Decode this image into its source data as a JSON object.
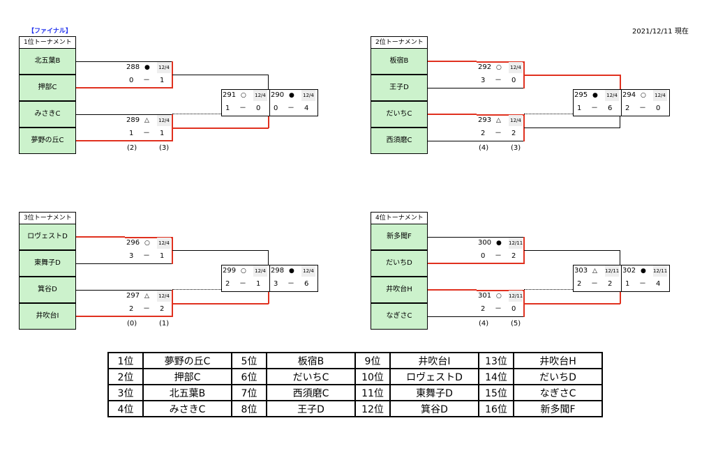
{
  "header": {
    "title": "【ファイナル】",
    "date": "2021/12/11 現在"
  },
  "brackets": [
    {
      "label": "1位トーナメント",
      "teams": [
        "北五葉B",
        "押部C",
        "みさきC",
        "夢野の丘C"
      ],
      "matches": [
        {
          "no": "288",
          "mark": "●",
          "date": "12/4",
          "left": "0",
          "right": "1"
        },
        {
          "no": "289",
          "mark": "△",
          "date": "12/4",
          "left": "1",
          "right": "1"
        },
        {
          "no": "291",
          "mark": "○",
          "date": "12/4",
          "left": "1",
          "right": "0"
        },
        {
          "no": "290",
          "mark": "●",
          "date": "12/4",
          "left": "0",
          "right": "4"
        }
      ],
      "pk": [
        "(2)",
        "(3)"
      ]
    },
    {
      "label": "2位トーナメント",
      "teams": [
        "板宿B",
        "王子D",
        "だいちC",
        "西須磨C"
      ],
      "matches": [
        {
          "no": "292",
          "mark": "○",
          "date": "12/4",
          "left": "3",
          "right": "0"
        },
        {
          "no": "293",
          "mark": "△",
          "date": "12/4",
          "left": "2",
          "right": "2"
        },
        {
          "no": "295",
          "mark": "●",
          "date": "12/4",
          "left": "1",
          "right": "6"
        },
        {
          "no": "294",
          "mark": "○",
          "date": "12/4",
          "left": "2",
          "right": "0"
        }
      ],
      "pk": [
        "(4)",
        "(3)"
      ]
    },
    {
      "label": "3位トーナメント",
      "teams": [
        "ロヴェストD",
        "東舞子D",
        "箕谷D",
        "井吹台I"
      ],
      "matches": [
        {
          "no": "296",
          "mark": "○",
          "date": "12/4",
          "left": "3",
          "right": "1"
        },
        {
          "no": "297",
          "mark": "△",
          "date": "12/4",
          "left": "2",
          "right": "2"
        },
        {
          "no": "299",
          "mark": "○",
          "date": "12/4",
          "left": "2",
          "right": "1"
        },
        {
          "no": "298",
          "mark": "●",
          "date": "12/4",
          "left": "3",
          "right": "6"
        }
      ],
      "pk": [
        "(0)",
        "(1)"
      ]
    },
    {
      "label": "4位トーナメント",
      "teams": [
        "新多聞F",
        "だいちD",
        "井吹台H",
        "なぎさC"
      ],
      "matches": [
        {
          "no": "300",
          "mark": "●",
          "date": "12/11",
          "left": "0",
          "right": "2"
        },
        {
          "no": "301",
          "mark": "○",
          "date": "12/11",
          "left": "2",
          "right": "0"
        },
        {
          "no": "303",
          "mark": "△",
          "date": "12/11",
          "left": "2",
          "right": "2"
        },
        {
          "no": "302",
          "mark": "●",
          "date": "12/11",
          "left": "1",
          "right": "4"
        }
      ],
      "pk": [
        "(4)",
        "(5)"
      ]
    }
  ],
  "dash": "－",
  "ranking": [
    [
      {
        "p": "1位",
        "t": "夢野の丘C"
      },
      {
        "p": "5位",
        "t": "板宿B"
      },
      {
        "p": "9位",
        "t": "井吹台I"
      },
      {
        "p": "13位",
        "t": "井吹台H"
      }
    ],
    [
      {
        "p": "2位",
        "t": "押部C"
      },
      {
        "p": "6位",
        "t": "だいちC"
      },
      {
        "p": "10位",
        "t": "ロヴェストD"
      },
      {
        "p": "14位",
        "t": "だいちD"
      }
    ],
    [
      {
        "p": "3位",
        "t": "北五葉B"
      },
      {
        "p": "7位",
        "t": "西須磨C"
      },
      {
        "p": "11位",
        "t": "東舞子D"
      },
      {
        "p": "15位",
        "t": "なぎさC"
      }
    ],
    [
      {
        "p": "4位",
        "t": "みさきC"
      },
      {
        "p": "8位",
        "t": "王子D"
      },
      {
        "p": "12位",
        "t": "箕谷D"
      },
      {
        "p": "16位",
        "t": "新多聞F"
      }
    ]
  ]
}
